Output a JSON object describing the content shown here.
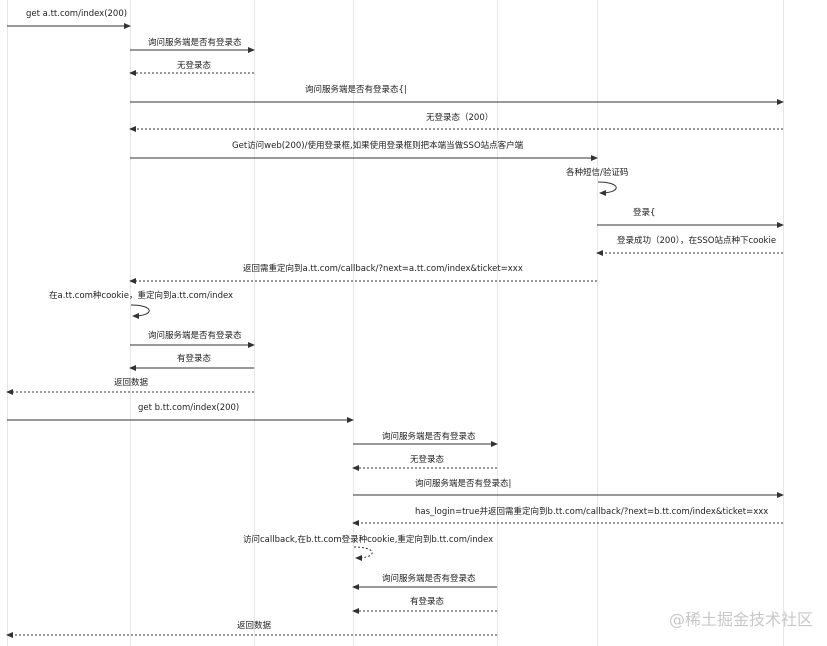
{
  "messages": [
    "get a.tt.com/index(200)",
    "询问服务端是否有登录态",
    "无登录态",
    "询问服务端是否有登录态{|",
    "无登录态（200）",
    "Get访问web(200)/使用登录框,如果使用登录框则把本端当做SSO站点客户端",
    "各种短信/验证码",
    "登录{",
    "登录成功（200），在SSO站点种下cookie",
    "返回需重定向到a.tt.com/callback/?next=a.tt.com/index&ticket=xxx",
    "在a.tt.com种cookie，重定向到a.tt.com/index",
    "询问服务端是否有登录态",
    "有登录态",
    "返回数据",
    "get b.tt.com/index(200)",
    "询问服务端是否有登录态",
    "无登录态",
    "询问服务端是否有登录态|",
    "has_login=true并返回需重定向到b.tt.com/callback/?next=b.tt.com/index&ticket=xxx",
    "访问callback,在b.tt.com登录种cookie,重定向到b.tt.com/index",
    "询问服务端是否有登录态",
    "有登录态",
    "返回数据"
  ],
  "watermark": "@稀土掘金技术社区",
  "colors": {
    "line": "#333333",
    "lifeline": "#e6e6e6",
    "text": "#222222"
  }
}
